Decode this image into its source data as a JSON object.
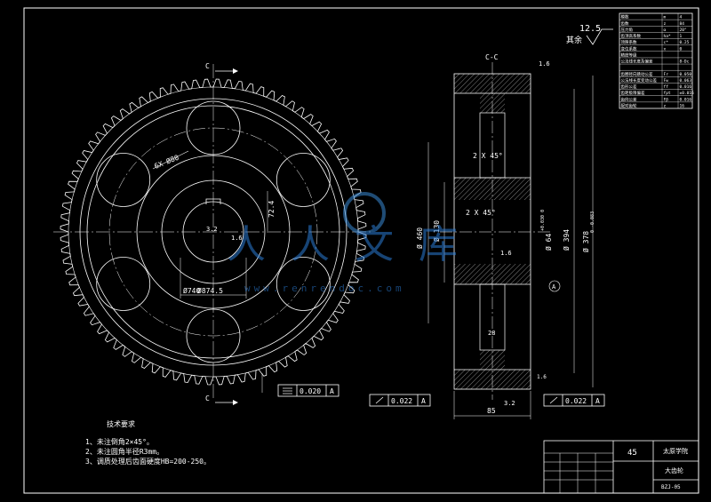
{
  "roughness": {
    "value": "12.5",
    "label": "其余"
  },
  "section": {
    "cc": "C-C",
    "c": "C"
  },
  "front": {
    "holes": "6X Ø80",
    "keyway_depth": "72.4",
    "keyway_rough": "3.2",
    "inner_rough": "1.6",
    "bolt_circle": "Ø740",
    "pcd": "Ø874.5"
  },
  "side": {
    "top_rough": "1.6",
    "chamfer1": "2 X 45°",
    "chamfer2": "2 X 45°",
    "dia460": "Ø 460",
    "dia130": "Ø 130",
    "bore": "Ø 64",
    "bore_tol": "+0.030 0",
    "dia394": "Ø 394",
    "dia_out": "Ø 378",
    "dia_out_tol": "0 -0.083",
    "rough_mid": "1.6",
    "hub": "28",
    "width": "85",
    "bottom_rough": "3.2",
    "edge_rough": "1.6",
    "datum": "A"
  },
  "tolerances": {
    "flat": {
      "value": "0.020",
      "datum": "A"
    },
    "run_left": {
      "value": "0.022",
      "datum": "A"
    },
    "run_right": {
      "value": "0.022",
      "datum": "A"
    }
  },
  "tech": {
    "title": "技术要求",
    "items": [
      "1、未注倒角2×45°。",
      "2、未注圆角半径R3mm。",
      "3、调质处理后齿面硬度HB=200-250。"
    ]
  },
  "params_table": [
    [
      "模数",
      "m",
      "4"
    ],
    [
      "齿数",
      "z",
      "84"
    ],
    [
      "压力角",
      "α",
      "20°"
    ],
    [
      "齿顶高系数",
      "ha*",
      "1"
    ],
    [
      "顶隙系数",
      "c*",
      "0.25"
    ],
    [
      "变位系数",
      "x",
      "0"
    ],
    [
      "精度等级",
      "",
      ""
    ],
    [
      "公法线长度及偏差",
      "",
      "8-Dc"
    ],
    [
      "",
      "",
      ""
    ],
    [
      "齿圈径向跳动公差",
      "Fr",
      "0.050"
    ],
    [
      "公法线长度变动公差",
      "Fw",
      "0.063"
    ],
    [
      "齿形公差",
      "ff",
      "0.016"
    ],
    [
      "齿距极限偏差",
      "fpt",
      "±0.016"
    ],
    [
      "齿向公差",
      "Fβ",
      "0.016"
    ],
    [
      "配对齿轮",
      "z",
      "16"
    ]
  ],
  "title_block": {
    "material": "45",
    "school": "太原学院",
    "part": "大齿轮",
    "code": "BZJ-05"
  },
  "watermark": {
    "text": "人人文库",
    "url": "www.renrendoc.com"
  }
}
